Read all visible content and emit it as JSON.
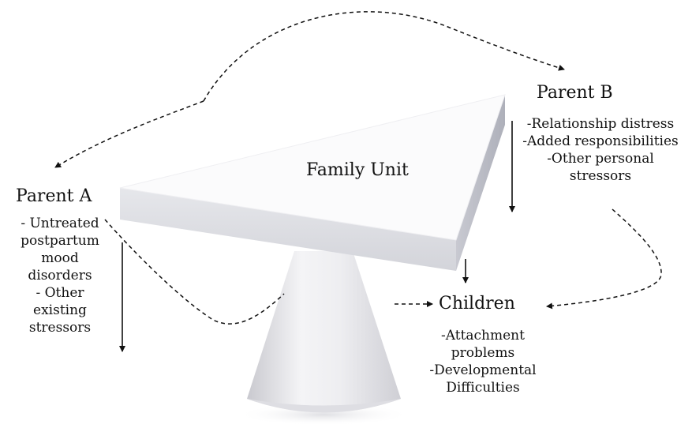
{
  "diagram": {
    "center_label": "Family Unit",
    "parent_a": {
      "title": "Parent A",
      "lines": [
        "- Untreated",
        "postpartum",
        "mood",
        "disorders",
        "- Other",
        "existing",
        "stressors"
      ]
    },
    "parent_b": {
      "title": "Parent B",
      "lines": [
        "-Relationship distress",
        "-Added responsibilities",
        "-Other personal",
        "stressors"
      ]
    },
    "children": {
      "title": "Children",
      "lines": [
        "-Attachment",
        "problems",
        "-Developmental",
        "Difficulties"
      ]
    }
  },
  "colors": {
    "text": "#111111",
    "arrow": "#111111",
    "board_top": "#fbfbfc",
    "board_front": "#dcdde3",
    "board_side": "#b9bac4",
    "cone_light": "#f4f4f6",
    "cone_dark": "#c9c9cf"
  }
}
